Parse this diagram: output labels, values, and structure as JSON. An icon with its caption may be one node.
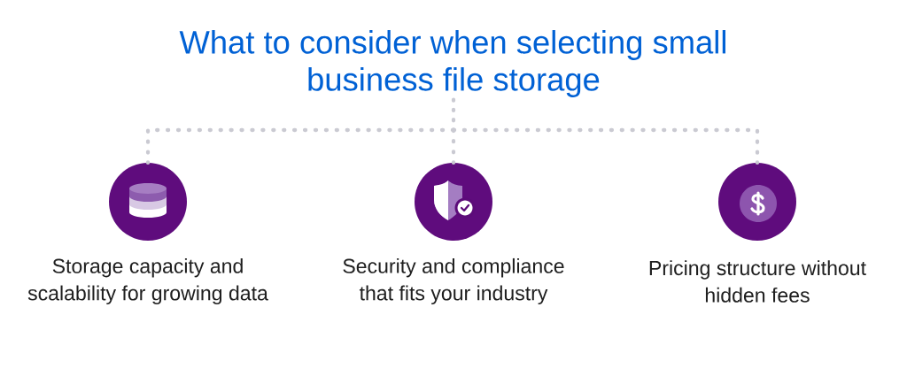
{
  "diagram": {
    "nodes": [
      {
        "text": [
          "What to consider when selecting small business file storage"
        ]
      },
      {
        "text": [],
        "shape": "circle",
        "beside": [
          "Storage capacity and scalability for growing data"
        ]
      },
      {
        "text": [],
        "shape": "circle",
        "beside": [
          "Security and compliance that fits your industry"
        ]
      },
      {
        "text": [],
        "shape": "circle",
        "beside": [
          "Pricing structure without hidden fees"
        ]
      }
    ],
    "edges": [
      {
        "from": 0,
        "to": 1,
        "arrow": "none"
      },
      {
        "from": 0,
        "to": 2,
        "arrow": "none"
      },
      {
        "from": 0,
        "to": 3,
        "arrow": "none"
      }
    ]
  }
}
